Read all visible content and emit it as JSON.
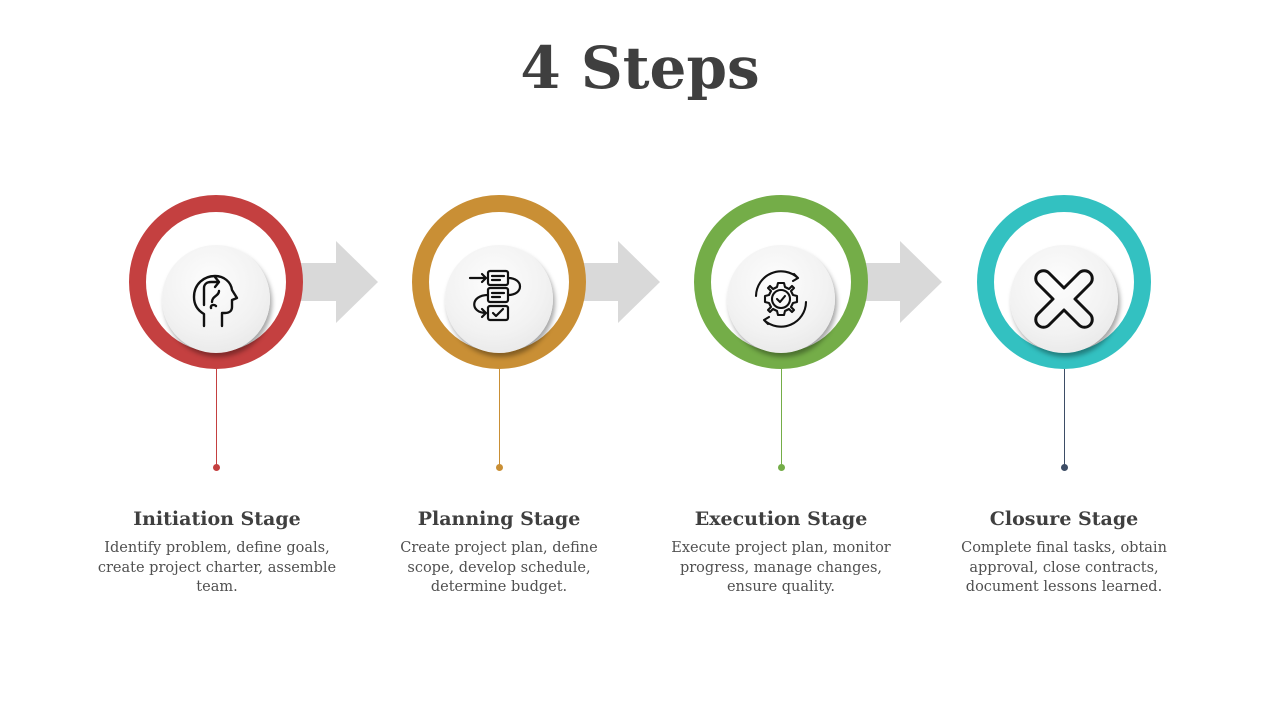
{
  "title": "4 Steps",
  "steps": [
    {
      "title": "Initiation Stage",
      "description": "Identify problem, define goals, create project charter, assemble team.",
      "color": "#c44040",
      "icon": "head-arrow-icon"
    },
    {
      "title": "Planning Stage",
      "description": "Create project plan, define scope, develop schedule, determine budget.",
      "color": "#c98f35",
      "icon": "checklist-flow-icon"
    },
    {
      "title": "Execution Stage",
      "description": "Execute project plan, monitor progress, manage changes, ensure quality.",
      "color": "#74ad48",
      "icon": "gear-check-icon"
    },
    {
      "title": "Closure Stage",
      "description": "Complete final tasks, obtain approval, close contracts, document lessons learned.",
      "color": "#33c1c1",
      "icon": "close-x-icon"
    }
  ],
  "connector_dot_colors": [
    "#c44040",
    "#c98f35",
    "#74ad48",
    "#3d4d66"
  ],
  "arrow_color": "#d9d9d9"
}
